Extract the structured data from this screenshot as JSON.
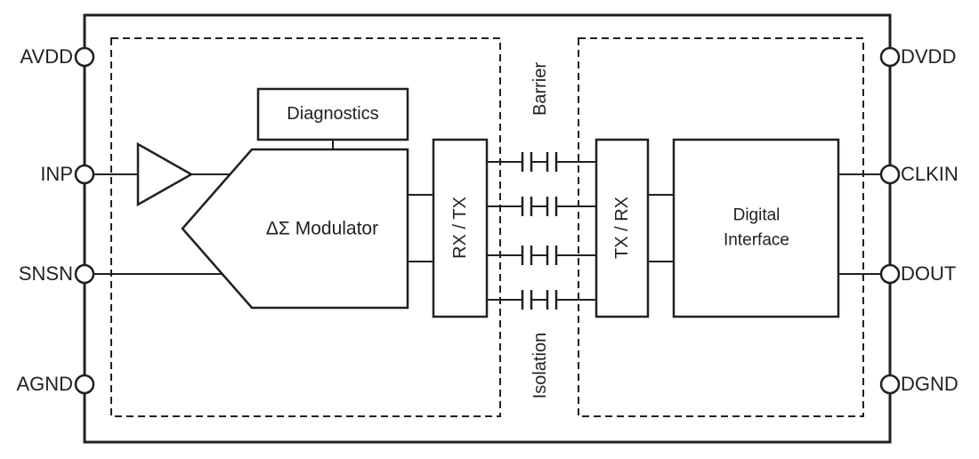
{
  "pins": {
    "left": [
      {
        "label": "AVDD"
      },
      {
        "label": "INP"
      },
      {
        "label": "SNSN"
      },
      {
        "label": "AGND"
      }
    ],
    "right": [
      {
        "label": "DVDD"
      },
      {
        "label": "CLKIN"
      },
      {
        "label": "DOUT"
      },
      {
        "label": "DGND"
      }
    ]
  },
  "blocks": {
    "diagnostics": {
      "label": "Diagnostics"
    },
    "modulator": {
      "label": "ΔΣ Modulator"
    },
    "rx_tx": {
      "label": "RX / TX"
    },
    "tx_rx": {
      "label": "TX / RX"
    },
    "digital_interface": {
      "label": "Digital Interface"
    }
  },
  "isolation_barrier": {
    "top_label": "Barrier",
    "bottom_label": "Isolation",
    "channel_count": 4,
    "capacitors_per_channel": 2
  },
  "colors": {
    "line": "#231f20",
    "background": "#ffffff"
  }
}
